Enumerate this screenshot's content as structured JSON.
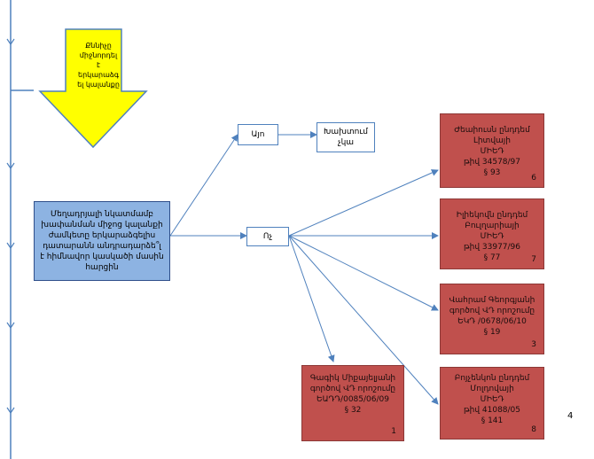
{
  "down_arrow": {
    "lines": [
      "Քննիչը",
      "միջնորդել",
      "է",
      "երկարաձգ",
      "ել կալանքը"
    ],
    "color": "#ffff00"
  },
  "main_question": {
    "text": "Մեղադրյալի նկատմամբ խափանման միջոց կալանքի ժամկետը երկարաձգելիս դատարանն անդրադարձե՞լ է հիմնավոր կասկածի մասին հարցին"
  },
  "yes": {
    "label": "Այո"
  },
  "no": {
    "label": "Ոչ"
  },
  "no_case": {
    "text": "Խախտում չկա"
  },
  "cases": [
    {
      "lines": [
        "Ժեաիուսն ընդդեմ",
        "Լիտվայի",
        "ՄԻԵԴ",
        "թիվ 34578/97",
        "§ 93"
      ],
      "num": "6"
    },
    {
      "lines": [
        "Իլիեկովն ընդդեմ",
        "Բուլղարիայի",
        "ՄԻԵԴ",
        "թիվ 33977/96",
        "§ 77"
      ],
      "num": "7"
    },
    {
      "lines": [
        "Վահրամ Գեորգյանի",
        "գործով ՎԴ որոշումը",
        "ԵԿԴ /0678/06/10",
        "§ 19"
      ],
      "num": "3"
    },
    {
      "lines": [
        "Բոյչենկոն ընդդեմ",
        "Մոլդովայի",
        "ՄԻԵԴ",
        "թիվ 41088/05",
        "§ 141"
      ],
      "num": "8"
    },
    {
      "lines": [
        "Գագիկ Միքայելյանի",
        "գործով ՎԴ որոշումը",
        "ԵԱԴԴ/0085/06/09",
        "§ 32"
      ],
      "num": "1"
    }
  ],
  "page_number": "4",
  "colors": {
    "line": "#4f81bd",
    "case_box": "#c0504d",
    "question_box": "#8db3e2",
    "arrow": "#ffff00"
  }
}
